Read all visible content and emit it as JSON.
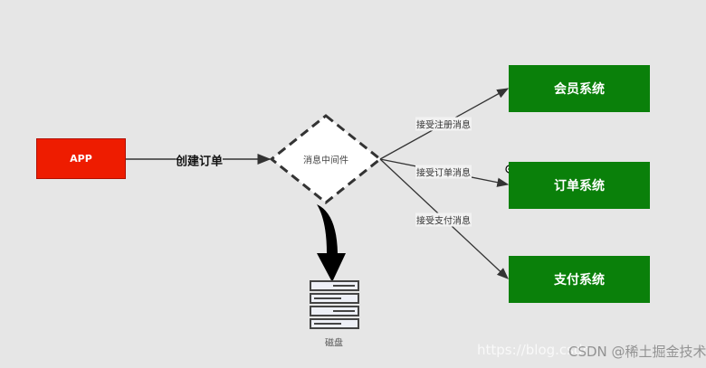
{
  "app": {
    "label": "APP",
    "color": "#ee1c00"
  },
  "create_order_label": "创建订单",
  "middleware": {
    "label": "消息中间件"
  },
  "edges": [
    {
      "label": "接受注册消息",
      "target": "会员系统"
    },
    {
      "label": "接受订单消息",
      "target": "订单系统"
    },
    {
      "label": "接受支付消息",
      "target": "支付系统"
    }
  ],
  "systems": [
    {
      "label": "会员系统"
    },
    {
      "label": "订单系统"
    },
    {
      "label": "支付系统"
    }
  ],
  "system_color": "#0a800a",
  "disk": {
    "label": "磁盘",
    "icon": "server-stack-icon"
  },
  "watermark": {
    "url": "https://blog.csdn",
    "author": "CSDN @稀土掘金技术社区"
  }
}
